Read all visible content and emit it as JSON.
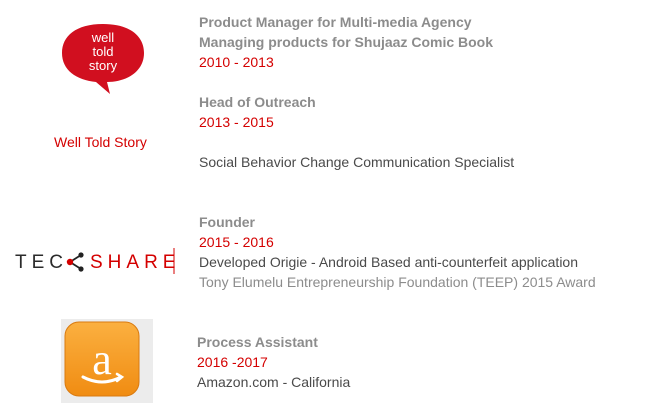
{
  "wts": {
    "logo_text": [
      "well",
      "told",
      "story"
    ],
    "caption": "Well Told Story",
    "job1_title": "Product Manager for Multi-media Agency",
    "job1_desc": "Managing products for Shujaaz Comic Book",
    "job1_years": "2010 - 2013",
    "job2_title": "Head of Outreach",
    "job2_years": "2013 - 2015",
    "job3_title": "Social Behavior Change Communication Specialist"
  },
  "techshare": {
    "logo_left": "TEC",
    "logo_right": "SHARE",
    "title": "Founder",
    "years": "2015 - 2016",
    "desc": "Developed Origie - Android Based anti-counterfeit application",
    "award": "Tony Elumelu  Entrepreneurship Foundation (TEEP) 2015  Award"
  },
  "amazon": {
    "logo_letter": "a",
    "title": "Process Assistant",
    "years": "2016 -2017",
    "desc": "Amazon.com - California"
  },
  "colors": {
    "red": "#d40000",
    "gray": "#8c8c8c",
    "dark": "#4a4a4a",
    "amazon_orange": "#f39a22"
  }
}
